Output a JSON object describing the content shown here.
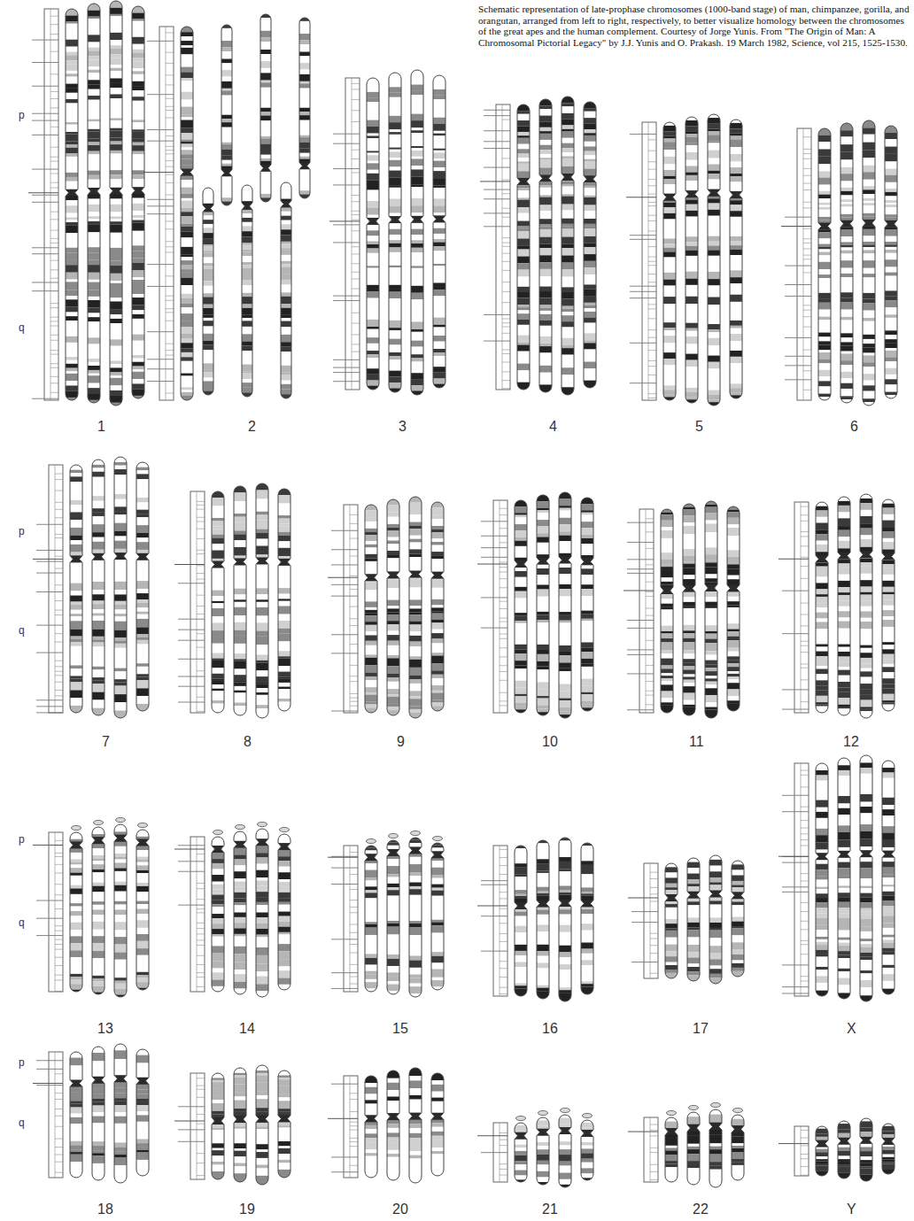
{
  "diagram": {
    "caption": "Schematic representation of late-prophase chromosomes (1000-band stage) of man, chimpanzee, gorilla, and orangutan, arranged from left to right, respectively, to better visualize homology between the chromosomes of the great apes and the human complement. Courtesy of Jorge Yunis. From \"The Origin of Man: A Chromosomal Pictorial Legacy\" by J.J. Yunis and O. Prakash. 19 March 1982, Science, vol 215, 1525-1530.",
    "labels": [
      "p",
      "q",
      "1",
      "2",
      "3",
      "4",
      "5",
      "6",
      "p",
      "q",
      "7",
      "8",
      "9",
      "10",
      "11",
      "12",
      "p",
      "q",
      "13",
      "14",
      "15",
      "16",
      "17",
      "X",
      "p",
      "q",
      "18",
      "19",
      "20",
      "21",
      "22",
      "Y"
    ]
  }
}
